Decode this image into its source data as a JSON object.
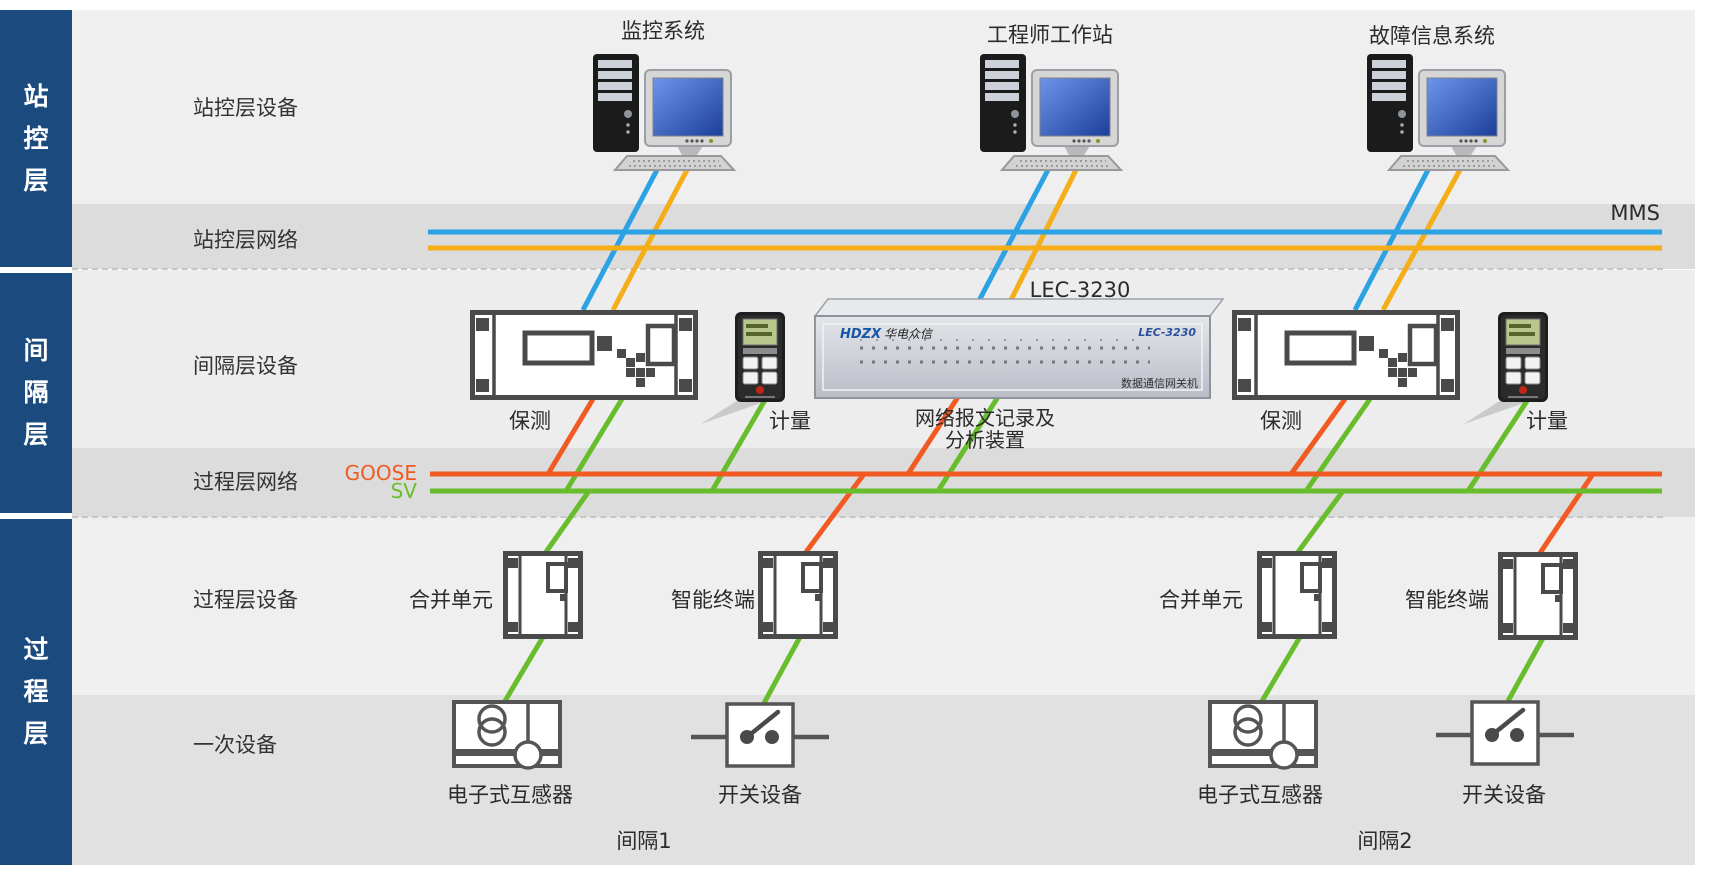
{
  "sidebar": {
    "layers": [
      {
        "label": "站控层"
      },
      {
        "label": "间隔层"
      },
      {
        "label": "过程层"
      }
    ]
  },
  "rows": [
    {
      "label": "站控层设备"
    },
    {
      "label": "站控层网络"
    },
    {
      "label": "间隔层设备"
    },
    {
      "label": "过程层网络"
    },
    {
      "label": "过程层设备"
    },
    {
      "label": "一次设备"
    }
  ],
  "buses": {
    "mms": "MMS",
    "goose": "GOOSE",
    "sv": "SV"
  },
  "station": {
    "computers": [
      {
        "label": "监控系统"
      },
      {
        "label": "工程师工作站"
      },
      {
        "label": "故障信息系统"
      }
    ]
  },
  "bay": {
    "protection1": "保测",
    "metering1": "计量",
    "protection2": "保测",
    "metering2": "计量",
    "lec": {
      "title": "LEC-3230",
      "brand_logo": "HDZX",
      "brand_name": "华电众信",
      "panel_model": "LEC-3230",
      "panel_text": "数据通信网关机",
      "caption_line1": "网络报文记录及",
      "caption_line2": "分析装置"
    }
  },
  "process": {
    "merging_unit1": "合并单元",
    "smart_terminal1": "智能终端",
    "merging_unit2": "合并单元",
    "smart_terminal2": "智能终端"
  },
  "primary": {
    "transformer1": "电子式互感器",
    "switchgear1": "开关设备",
    "transformer2": "电子式互感器",
    "switchgear2": "开关设备"
  },
  "bays": {
    "bay1": "间隔1",
    "bay2": "间隔2"
  },
  "colors": {
    "sidebar_navy": "#1b4a7e",
    "station_bus_blue": "#2aa2e4",
    "station_bus_yellow": "#f5ad18",
    "goose_orange": "#f15a22",
    "sv_green": "#67bd2c"
  }
}
